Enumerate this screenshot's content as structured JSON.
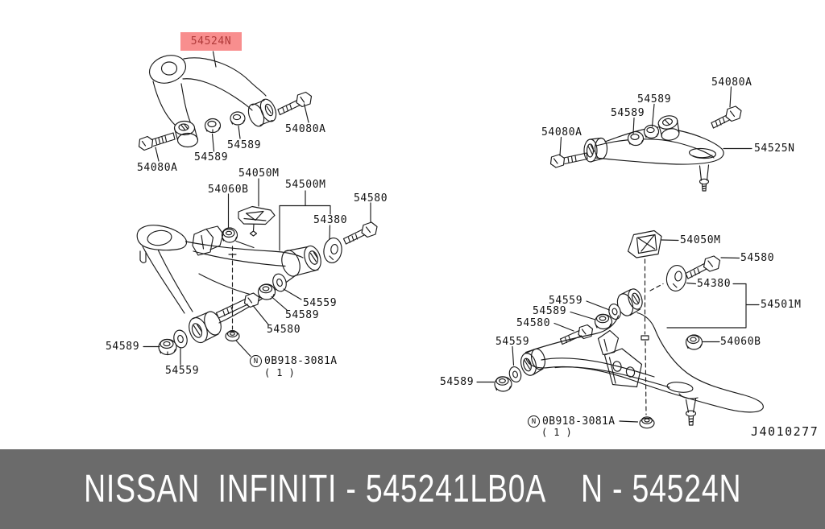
{
  "diagram": {
    "drawing_number": "J4010277",
    "highlight": {
      "text": "54524N",
      "bg_color": "#F88E8E",
      "text_color": "#B03A3A"
    },
    "colors": {
      "line": "#1a1a1a",
      "background": "#ffffff",
      "banner_bg": "#6B6B6B",
      "banner_fg": "#ffffff"
    },
    "part_labels": [
      {
        "text": "54080A"
      },
      {
        "text": "54589"
      },
      {
        "text": "54589"
      },
      {
        "text": "54080A"
      },
      {
        "text": "54050M"
      },
      {
        "text": "54060B"
      },
      {
        "text": "54500M"
      },
      {
        "text": "54580"
      },
      {
        "text": "54380"
      },
      {
        "text": "54559"
      },
      {
        "text": "54589"
      },
      {
        "text": "54580"
      },
      {
        "text": "54589"
      },
      {
        "text": "54559"
      },
      {
        "text": "54080A"
      },
      {
        "text": "54589"
      },
      {
        "text": "54589"
      },
      {
        "text": "54080A"
      },
      {
        "text": "54525N"
      },
      {
        "text": "54050M"
      },
      {
        "text": "54580"
      },
      {
        "text": "54380"
      },
      {
        "text": "54501M"
      },
      {
        "text": "54559"
      },
      {
        "text": "54589"
      },
      {
        "text": "54580"
      },
      {
        "text": "54559"
      },
      {
        "text": "54589"
      },
      {
        "text": "54060B"
      }
    ],
    "notes": {
      "left": {
        "symbol": "N",
        "code": "0B918-3081A",
        "qty": "( 1 )"
      },
      "right": {
        "symbol": "N",
        "code": "0B918-3081A",
        "qty": "( 1 )"
      }
    }
  },
  "footer": {
    "left_text": "NISSAN  INFINITI - 545241LB0A",
    "right_text": "N - 54524N"
  }
}
